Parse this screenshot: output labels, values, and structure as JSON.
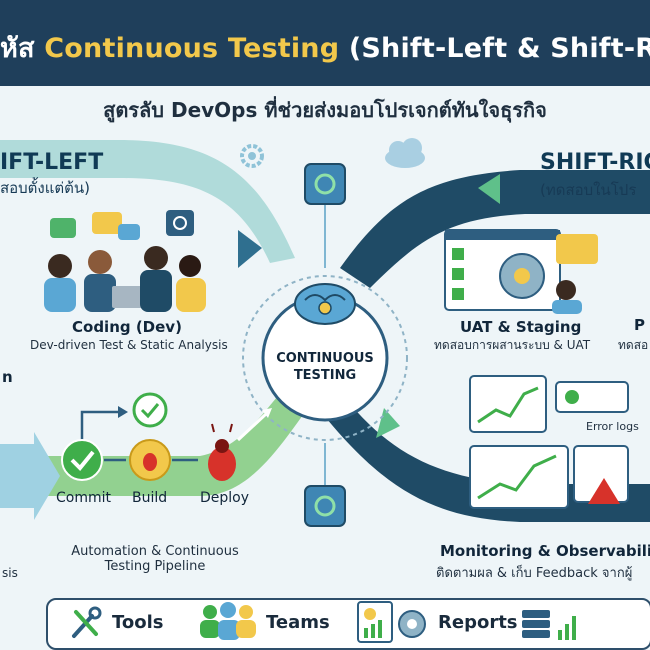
{
  "header": {
    "title_prefix": "หัส ",
    "title_accent": "Continuous Testing",
    "title_rest": " (Shift-Left & Shift-R"
  },
  "subtitle": "สูตรลับ DevOps ที่ช่วยส่งมอบโปรเจกต์ทันใจธุรกิจ",
  "shift_left": {
    "title": "IFT-LEFT",
    "sub": "สอบตั้งแต่ต้น)"
  },
  "shift_right": {
    "title": "SHIFT-RIG",
    "sub": "(ทดสอบในโปร"
  },
  "coding": {
    "title": "Coding (Dev)",
    "desc": "Dev-driven Test & Static Analysis"
  },
  "center": {
    "line1": "CONTINUOUS",
    "line2": "TESTING"
  },
  "uat": {
    "title": "UAT & Staging",
    "desc": "ทดสอบการผสานระบบ & UAT"
  },
  "right_edge": {
    "title": "P",
    "desc": "ทดสอ"
  },
  "pipeline": {
    "steps": [
      "Commit",
      "Build",
      "Deploy"
    ],
    "caption_line1": "Automation & Continuous",
    "caption_line2": "Testing Pipeline"
  },
  "left_edge": {
    "frag1": "n",
    "frag2": "sis"
  },
  "monitoring": {
    "title": "Monitoring & Observability",
    "desc": "ติดตามผล & เก็บ Feedback จากผู้",
    "error_label": "Error logs"
  },
  "toolbar": {
    "tools": "Tools",
    "teams": "Teams",
    "reports": "Reports"
  },
  "colors": {
    "header_bg": "#1f3f5b",
    "accent": "#f2c84b",
    "left_band": "#a9d8d6",
    "pipeline_band": "#8ccf8a",
    "right_band": "#1f4b66",
    "commit_green": "#3fae4a",
    "build_yellow": "#f2c84b",
    "bug_red": "#d7322a"
  }
}
